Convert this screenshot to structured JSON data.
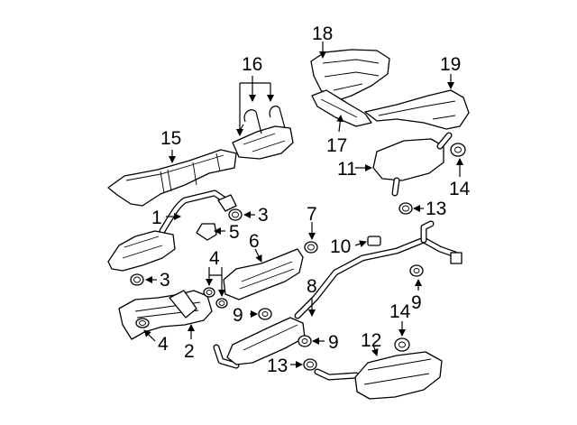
{
  "callouts": {
    "c1": "1",
    "c2": "2",
    "c3a": "3",
    "c3b": "3",
    "c4a": "4",
    "c4b": "4",
    "c5": "5",
    "c6": "6",
    "c7": "7",
    "c8": "8",
    "c9a": "9",
    "c9b": "9",
    "c9c": "9",
    "c10": "10",
    "c11": "11",
    "c12": "12",
    "c13a": "13",
    "c13b": "13",
    "c14a": "14",
    "c14b": "14",
    "c15": "15",
    "c16": "16",
    "c17": "17",
    "c18": "18",
    "c19": "19"
  }
}
